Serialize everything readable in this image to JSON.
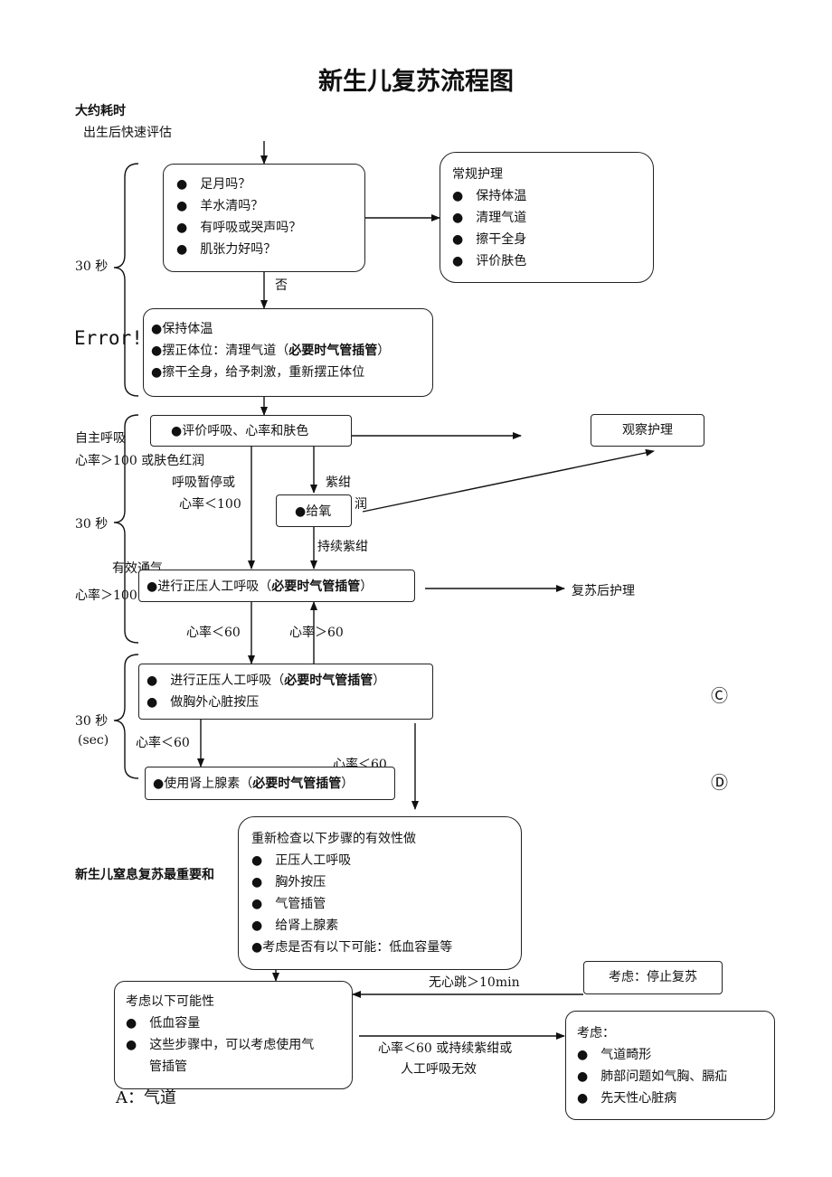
{
  "title": "新生儿复苏流程图",
  "time_label": "大约耗时",
  "start_label": "出生后快速评估",
  "bullet": "●",
  "box1": {
    "items": [
      "足月吗？",
      "羊水清吗？",
      "有呼吸或哭声吗？",
      "肌张力好吗？"
    ]
  },
  "routine": {
    "title": "常规护理",
    "items": [
      "保持体温",
      "清理气道",
      "擦干全身",
      "评价肤色"
    ]
  },
  "label_no": "否",
  "box2": {
    "line1": "保持体温",
    "line2_a": "摆正体位：清理气道（",
    "line2_b": "必要时气管插管",
    "line2_c": "）",
    "line3": "擦干全身，给予刺激，重新摆正体位"
  },
  "error_text": "Error!",
  "time_30s_1": "30 秒",
  "box3": {
    "text": "评价呼吸、心率和肤色"
  },
  "observe": {
    "text": "观察护理"
  },
  "left_auto": "自主呼吸",
  "left_hr100": "心率＞100 或肤色红润",
  "apnea_1": "呼吸暂停或",
  "apnea_2": "心率＜100",
  "cyanosis": "紫绀",
  "run_partial": "润",
  "oxygen": {
    "text": "给氧"
  },
  "persistent_cyanosis": "持续紫绀",
  "time_30s_2": "30 秒",
  "effective_vent": "有效通气",
  "left_hr100_2": "心率＞100",
  "ppv": {
    "text_a": "进行正压人工呼吸（",
    "text_b": "必要时气管插管",
    "text_c": "）"
  },
  "post_care": "复苏后护理",
  "hr_lt60_1": "心率＜60",
  "hr_gt60": "心率＞60",
  "ppv2": {
    "line1_a": "进行正压人工呼吸（",
    "line1_b": "必要时气管插管",
    "line1_c": "）",
    "line2": "做胸外心脏按压"
  },
  "circle_c": "Ⓒ",
  "time_30s_3": "30 秒",
  "sec": "(sec)",
  "hr_lt60_2": "心率＜60",
  "hr_lt60_3": "心率＜60",
  "epi": {
    "text_a": "使用肾上腺素（",
    "text_b": "必要时气管插管",
    "text_c": "）"
  },
  "circle_d": "Ⓓ",
  "recheck": {
    "title": "重新检查以下步骤的有效性做",
    "items": [
      "正压人工呼吸",
      "胸外按压",
      "气管插管",
      "给肾上腺素"
    ],
    "last": "考虑是否有以下可能：低血容量等"
  },
  "side_note": "新生儿窒息复苏最重要和",
  "no_heartbeat": "无心跳＞10min",
  "stop": {
    "text": "考虑：停止复苏"
  },
  "consider": {
    "title": "考虑以下可能性",
    "item1": "低血容量",
    "item2_a": "这些步骤中，可以考虑使用气",
    "item2_b": "管插管"
  },
  "persist_1": "心率＜60 或持续紫绀或",
  "persist_2": "人工呼吸无效",
  "consider2": {
    "title": "考虑：",
    "items": [
      "气道畸形",
      "肺部问题如气胸、膈疝",
      "先天性心脏病"
    ]
  },
  "airway_a": "A：气道"
}
